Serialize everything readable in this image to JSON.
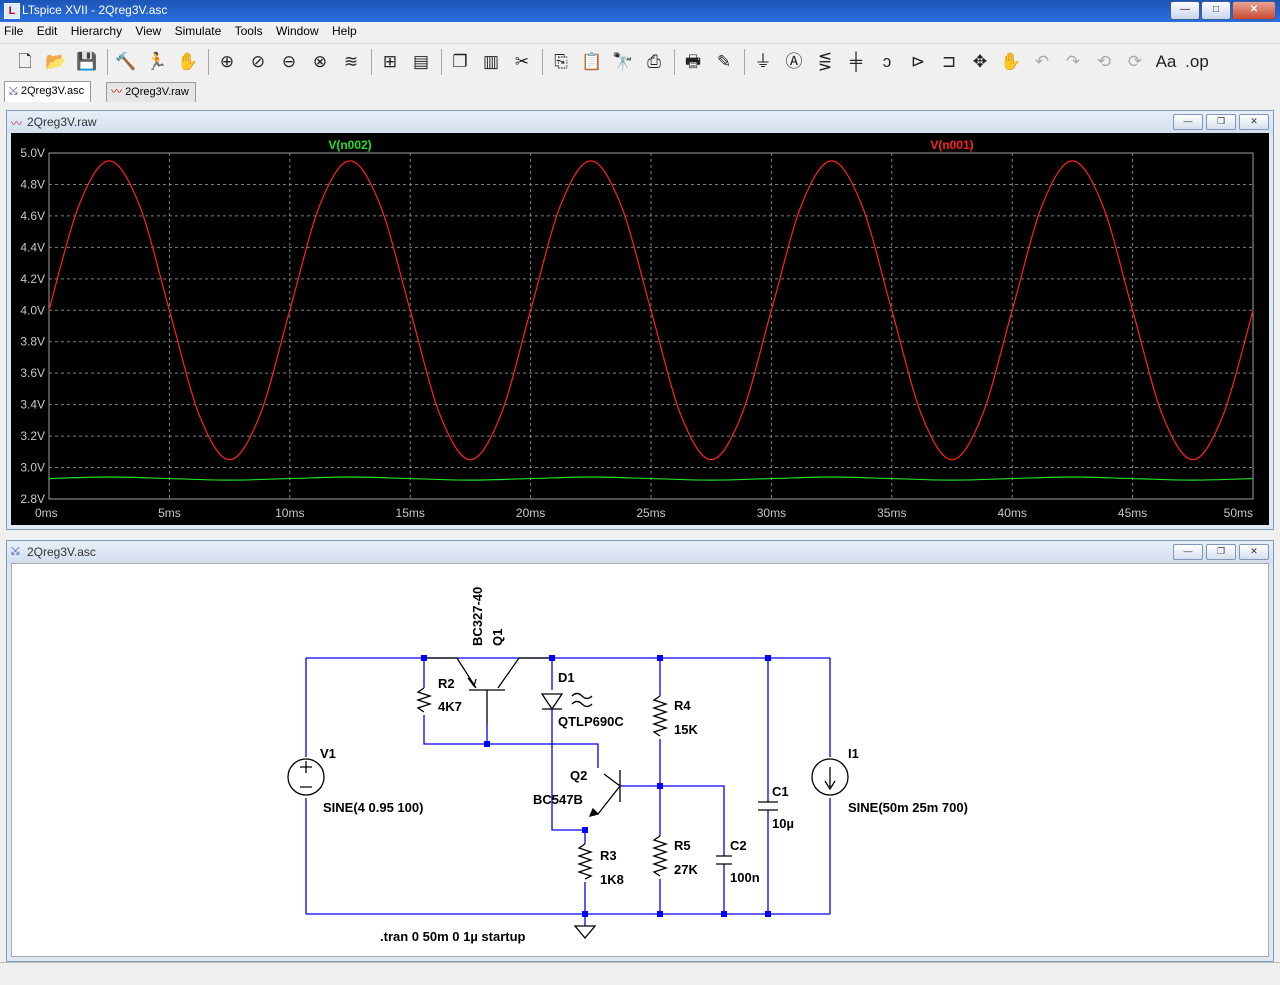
{
  "window": {
    "title": "LTspice XVII - 2Qreg3V.asc",
    "app_icon": "ltspice-icon",
    "controls": {
      "minimize": "—",
      "maximize": "□",
      "close": "✕"
    }
  },
  "menu": [
    "File",
    "Edit",
    "Hierarchy",
    "View",
    "Simulate",
    "Tools",
    "Window",
    "Help"
  ],
  "toolbar": {
    "icons": [
      "new-schematic-icon",
      "open-icon",
      "save-icon",
      "control-panel-icon",
      "run-icon",
      "pan-icon",
      "zoom-in-icon",
      "zoom-fit-icon",
      "zoom-out-icon",
      "zoom-cancel-icon",
      "autorange-icon",
      "pick-visible-icon",
      "tile-horizontal-icon",
      "cascade-icon",
      "tile-vertical-icon",
      "cut-icon",
      "copy-icon",
      "paste-icon",
      "find-icon",
      "print-preview-icon",
      "print-icon",
      "draw-wire-icon",
      "ground-icon",
      "label-net-icon",
      "resistor-icon",
      "capacitor-icon",
      "inductor-icon",
      "diode-icon",
      "component-icon",
      "move-icon",
      "drag-icon",
      "undo-icon",
      "redo-icon",
      "rotate-icon",
      "mirror-icon",
      "text-icon",
      "spice-directive-icon"
    ],
    "glyphs": [
      "🗋",
      "📂",
      "💾",
      "🔨",
      "🏃",
      "✋",
      "⊕",
      "⊘",
      "⊖",
      "⊗",
      "≋",
      "⊞",
      "▤",
      "❐",
      "▥",
      "✂",
      "⎘",
      "📋",
      "🔭",
      "⎙",
      "🖶",
      "✎",
      "⏚",
      "Ⓐ",
      "⋚",
      "╪",
      "ↄ",
      "⊳",
      "⊐",
      "✥",
      "✋",
      "↶",
      "↷",
      "⟲",
      "⟳",
      "Aa",
      ".op"
    ]
  },
  "tabs": [
    {
      "label": "2Qreg3V.asc",
      "active": true
    },
    {
      "label": "2Qreg3V.raw",
      "active": false
    }
  ],
  "waveform_window": {
    "title": "2Qreg3V.raw",
    "buttons": {
      "minimize": "—",
      "restore": "❐",
      "close": "✕"
    }
  },
  "schematic_window": {
    "title": "2Qreg3V.asc",
    "buttons": {
      "minimize": "—",
      "restore": "❐",
      "close": "✕"
    },
    "labels": {
      "q1_model": "BC327-40",
      "q1_name": "Q1",
      "d1_name": "D1",
      "d1_model": "QTLP690C",
      "r2_name": "R2",
      "r2_value": "4K7",
      "r4_name": "R4",
      "r4_value": "15K",
      "q2_name": "Q2",
      "q2_model": "BC547B",
      "r3_name": "R3",
      "r3_value": "1K8",
      "r5_name": "R5",
      "r5_value": "27K",
      "c2_name": "C2",
      "c2_value": "100n",
      "c1_name": "C1",
      "c1_value": "10µ",
      "v1_name": "V1",
      "v1_value": "SINE(4 0.95 100)",
      "i1_name": "I1",
      "i1_value": "SINE(50m 25m 700)",
      "directive": ".tran 0 50m 0 1µ startup"
    }
  },
  "colors": {
    "trace_n001": "#ff2020",
    "trace_n002": "#20e020",
    "plot_bg": "#000000",
    "grid": "#808080",
    "wire": "#0000ff"
  },
  "chart_data": {
    "type": "line",
    "title": "",
    "xlabel": "",
    "ylabel": "",
    "xlim": [
      0,
      50
    ],
    "ylim": [
      2.8,
      5.0
    ],
    "x_ticks": [
      "0ms",
      "5ms",
      "10ms",
      "15ms",
      "20ms",
      "25ms",
      "30ms",
      "35ms",
      "40ms",
      "45ms",
      "50ms"
    ],
    "y_ticks": [
      "2.8V",
      "3.0V",
      "3.2V",
      "3.4V",
      "3.6V",
      "3.8V",
      "4.0V",
      "4.2V",
      "4.4V",
      "4.6V",
      "4.8V",
      "5.0V"
    ],
    "grid": true,
    "series": [
      {
        "name": "V(n002)",
        "color": "#20e020",
        "x": [
          0,
          2.5,
          5,
          7.5,
          10,
          12.5,
          15,
          17.5,
          20,
          22.5,
          25,
          27.5,
          30,
          32.5,
          35,
          37.5,
          40,
          42.5,
          45,
          47.5,
          50
        ],
        "y": [
          2.93,
          2.94,
          2.93,
          2.92,
          2.93,
          2.94,
          2.93,
          2.92,
          2.93,
          2.94,
          2.93,
          2.92,
          2.93,
          2.94,
          2.93,
          2.92,
          2.93,
          2.94,
          2.93,
          2.92,
          2.93
        ]
      },
      {
        "name": "V(n001)",
        "color": "#ff2020",
        "x": [
          0,
          1.25,
          2.5,
          3.75,
          5,
          6.25,
          7.5,
          8.75,
          10,
          11.25,
          12.5,
          13.75,
          15,
          16.25,
          17.5,
          18.75,
          20,
          21.25,
          22.5,
          23.75,
          25,
          26.25,
          27.5,
          28.75,
          30,
          31.25,
          32.5,
          33.75,
          35,
          36.25,
          37.5,
          38.75,
          40,
          41.25,
          42.5,
          43.75,
          45,
          46.25,
          47.5,
          48.75,
          50
        ],
        "y": [
          4.0,
          4.67,
          4.95,
          4.67,
          4.0,
          3.33,
          3.05,
          3.33,
          4.0,
          4.67,
          4.95,
          4.67,
          4.0,
          3.33,
          3.05,
          3.33,
          4.0,
          4.67,
          4.95,
          4.67,
          4.0,
          3.33,
          3.05,
          3.33,
          4.0,
          4.67,
          4.95,
          4.67,
          4.0,
          3.33,
          3.05,
          3.33,
          4.0,
          4.67,
          4.95,
          4.67,
          4.0,
          3.33,
          3.05,
          3.33,
          4.0
        ]
      }
    ]
  }
}
